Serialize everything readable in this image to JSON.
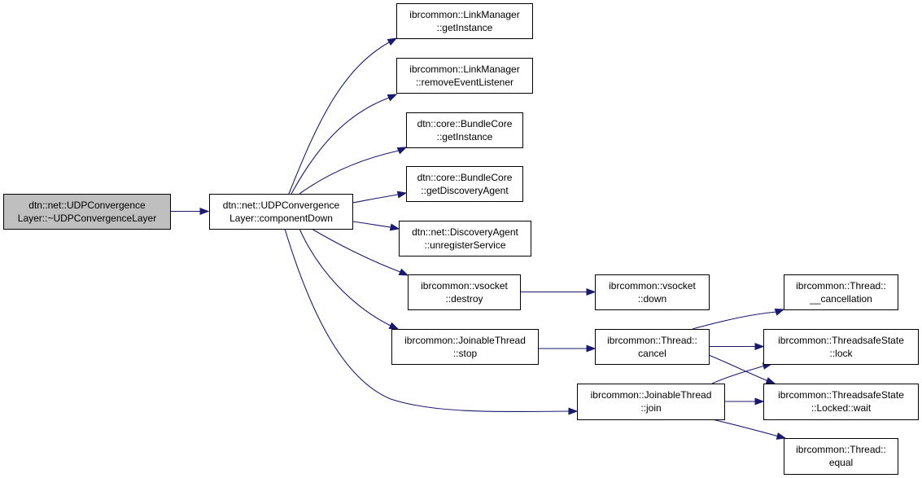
{
  "colors": {
    "edge": "#191970",
    "root_fill": "#bfbfbf",
    "node_fill": "#ffffff",
    "border": "#000000"
  },
  "nodes": {
    "root": {
      "line1": "dtn::net::UDPConvergence",
      "line2": "Layer::~UDPConvergenceLayer"
    },
    "componentDown": {
      "line1": "dtn::net::UDPConvergence",
      "line2": "Layer::componentDown"
    },
    "lm_getInstance": {
      "line1": "ibrcommon::LinkManager",
      "line2": "::getInstance"
    },
    "lm_removeEventListener": {
      "line1": "ibrcommon::LinkManager",
      "line2": "::removeEventListener"
    },
    "bc_getInstance": {
      "line1": "dtn::core::BundleCore",
      "line2": "::getInstance"
    },
    "bc_getDiscoveryAgent": {
      "line1": "dtn::core::BundleCore",
      "line2": "::getDiscoveryAgent"
    },
    "da_unregisterService": {
      "line1": "dtn::net::DiscoveryAgent",
      "line2": "::unregisterService"
    },
    "vs_destroy": {
      "line1": "ibrcommon::vsocket",
      "line2": "::destroy"
    },
    "vs_down": {
      "line1": "ibrcommon::vsocket",
      "line2": "::down"
    },
    "jt_stop": {
      "line1": "ibrcommon::JoinableThread",
      "line2": "::stop"
    },
    "jt_join": {
      "line1": "ibrcommon::JoinableThread",
      "line2": "::join"
    },
    "th_cancel": {
      "line1": "ibrcommon::Thread::",
      "line2": "cancel"
    },
    "th_cancellation": {
      "line1": "ibrcommon::Thread::",
      "line2": "__cancellation"
    },
    "tss_lock": {
      "line1": "ibrcommon::ThreadsafeState",
      "line2": "::lock"
    },
    "tss_wait": {
      "line1": "ibrcommon::ThreadsafeState",
      "line2": "::Locked::wait"
    },
    "th_equal": {
      "line1": "ibrcommon::Thread::",
      "line2": "equal"
    }
  },
  "edges": [
    [
      "root",
      "componentDown"
    ],
    [
      "componentDown",
      "lm_getInstance"
    ],
    [
      "componentDown",
      "lm_removeEventListener"
    ],
    [
      "componentDown",
      "bc_getInstance"
    ],
    [
      "componentDown",
      "bc_getDiscoveryAgent"
    ],
    [
      "componentDown",
      "da_unregisterService"
    ],
    [
      "componentDown",
      "vs_destroy"
    ],
    [
      "componentDown",
      "jt_stop"
    ],
    [
      "componentDown",
      "jt_join"
    ],
    [
      "vs_destroy",
      "vs_down"
    ],
    [
      "jt_stop",
      "th_cancel"
    ],
    [
      "th_cancel",
      "th_cancellation"
    ],
    [
      "th_cancel",
      "tss_lock"
    ],
    [
      "th_cancel",
      "tss_wait"
    ],
    [
      "jt_join",
      "tss_lock"
    ],
    [
      "jt_join",
      "tss_wait"
    ],
    [
      "jt_join",
      "th_equal"
    ]
  ]
}
